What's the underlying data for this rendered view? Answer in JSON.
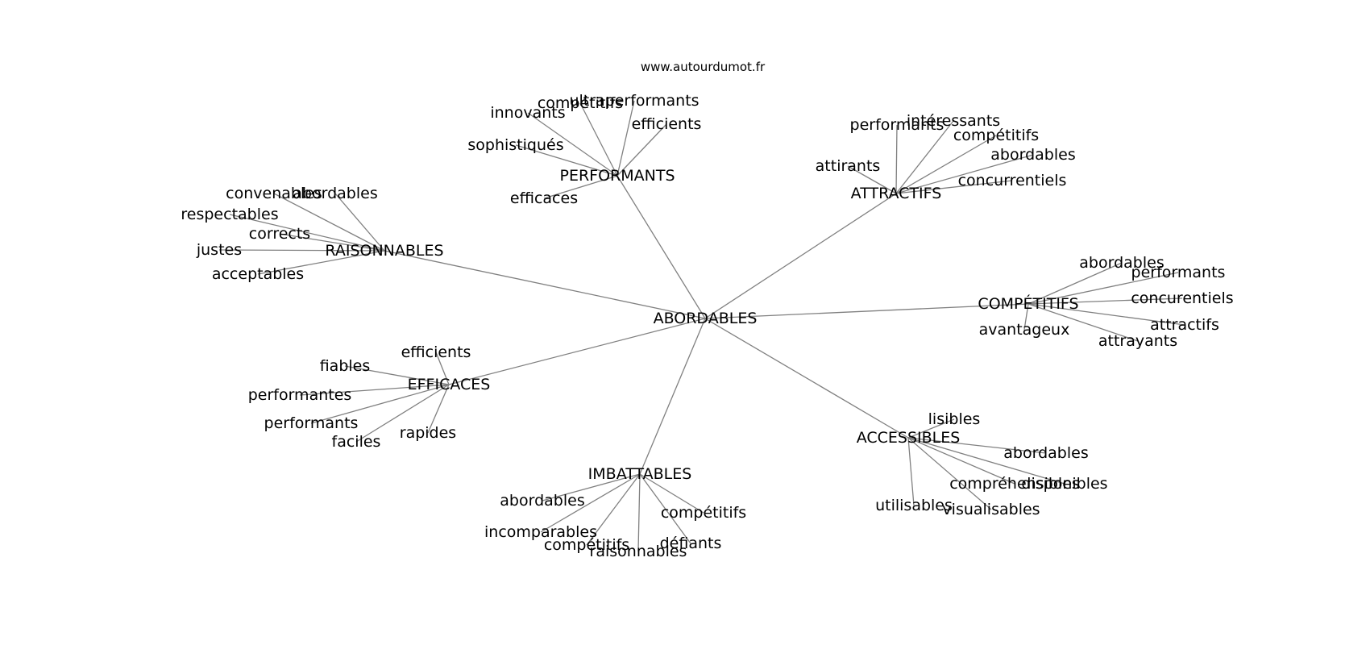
{
  "watermark": "www.autourdumot.fr",
  "center": "ABORDABLES",
  "groups": [
    {
      "label": "PERFORMANTS",
      "words": [
        "ultraperformants",
        "compétitifs",
        "innovants",
        "efficients",
        "sophistiqués",
        "efficaces"
      ]
    },
    {
      "label": "ATTRACTIFS",
      "words": [
        "intéressants",
        "performants",
        "compétitifs",
        "abordables",
        "attirants",
        "concurrentiels"
      ]
    },
    {
      "label": "RAISONNABLES",
      "words": [
        "convenables",
        "abordables",
        "respectables",
        "corrects",
        "justes",
        "acceptables"
      ]
    },
    {
      "label": "COMPÉTITIFS",
      "words": [
        "abordables",
        "performants",
        "concurentiels",
        "attractifs",
        "attrayants",
        "avantageux"
      ]
    },
    {
      "label": "EFFICACES",
      "words": [
        "efficients",
        "fiables",
        "performantes",
        "performants",
        "faciles",
        "rapides"
      ]
    },
    {
      "label": "ACCESSIBLES",
      "words": [
        "lisibles",
        "abordables",
        "compréhensibles",
        "disponibles",
        "utilisables",
        "visualisables"
      ]
    },
    {
      "label": "IMBATTABLES",
      "words": [
        "abordables",
        "compétitifs",
        "incomparables",
        "compétitifs",
        "défiants",
        "raisonnables"
      ]
    }
  ]
}
